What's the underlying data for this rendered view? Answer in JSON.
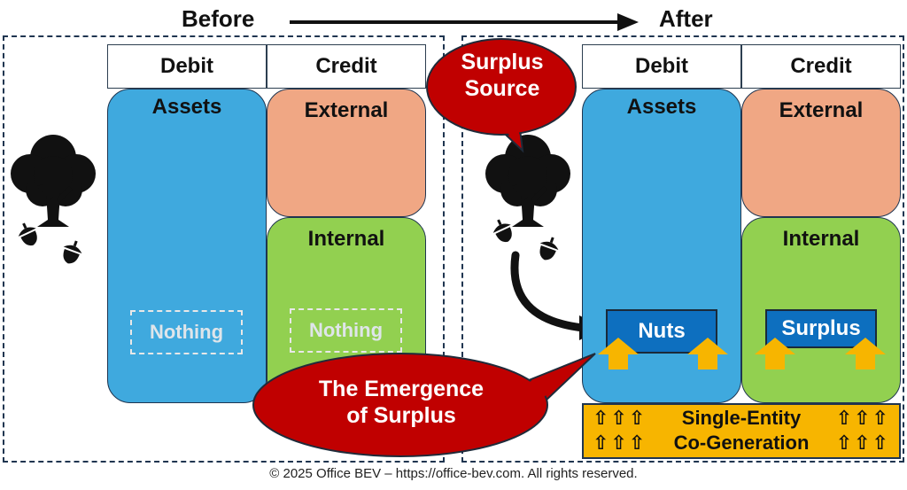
{
  "before_title": "Before",
  "after_title": "After",
  "before": {
    "debit_header": "Debit",
    "credit_header": "Credit",
    "assets_label": "Assets",
    "external_label": "External",
    "internal_label": "Internal",
    "assets_placeholder": "Nothing",
    "internal_placeholder": "Nothing"
  },
  "after": {
    "debit_header": "Debit",
    "credit_header": "Credit",
    "assets_label": "Assets",
    "external_label": "External",
    "internal_label": "Internal",
    "nuts_label": "Nuts",
    "surplus_label": "Surplus"
  },
  "callouts": {
    "surplus_source": [
      "Surplus",
      "Source"
    ],
    "emergence": [
      "The Emergence",
      "of Surplus"
    ]
  },
  "co_generation": {
    "arrows": "⇧⇧⇧",
    "line1": "Single-Entity",
    "line2": "Co-Generation"
  },
  "icons": [
    "tree-icon",
    "acorn-icon",
    "arrow-right-icon",
    "up-arrow-icon"
  ],
  "colors": {
    "assets": "#3fa9de",
    "external": "#f0a784",
    "internal": "#92d050",
    "callout": "#c00000",
    "highlight_box": "#0d6fbf",
    "up_arrow": "#f7b500"
  },
  "footer": "© 2025 Office BEV – https://office-bev.com. All rights reserved."
}
